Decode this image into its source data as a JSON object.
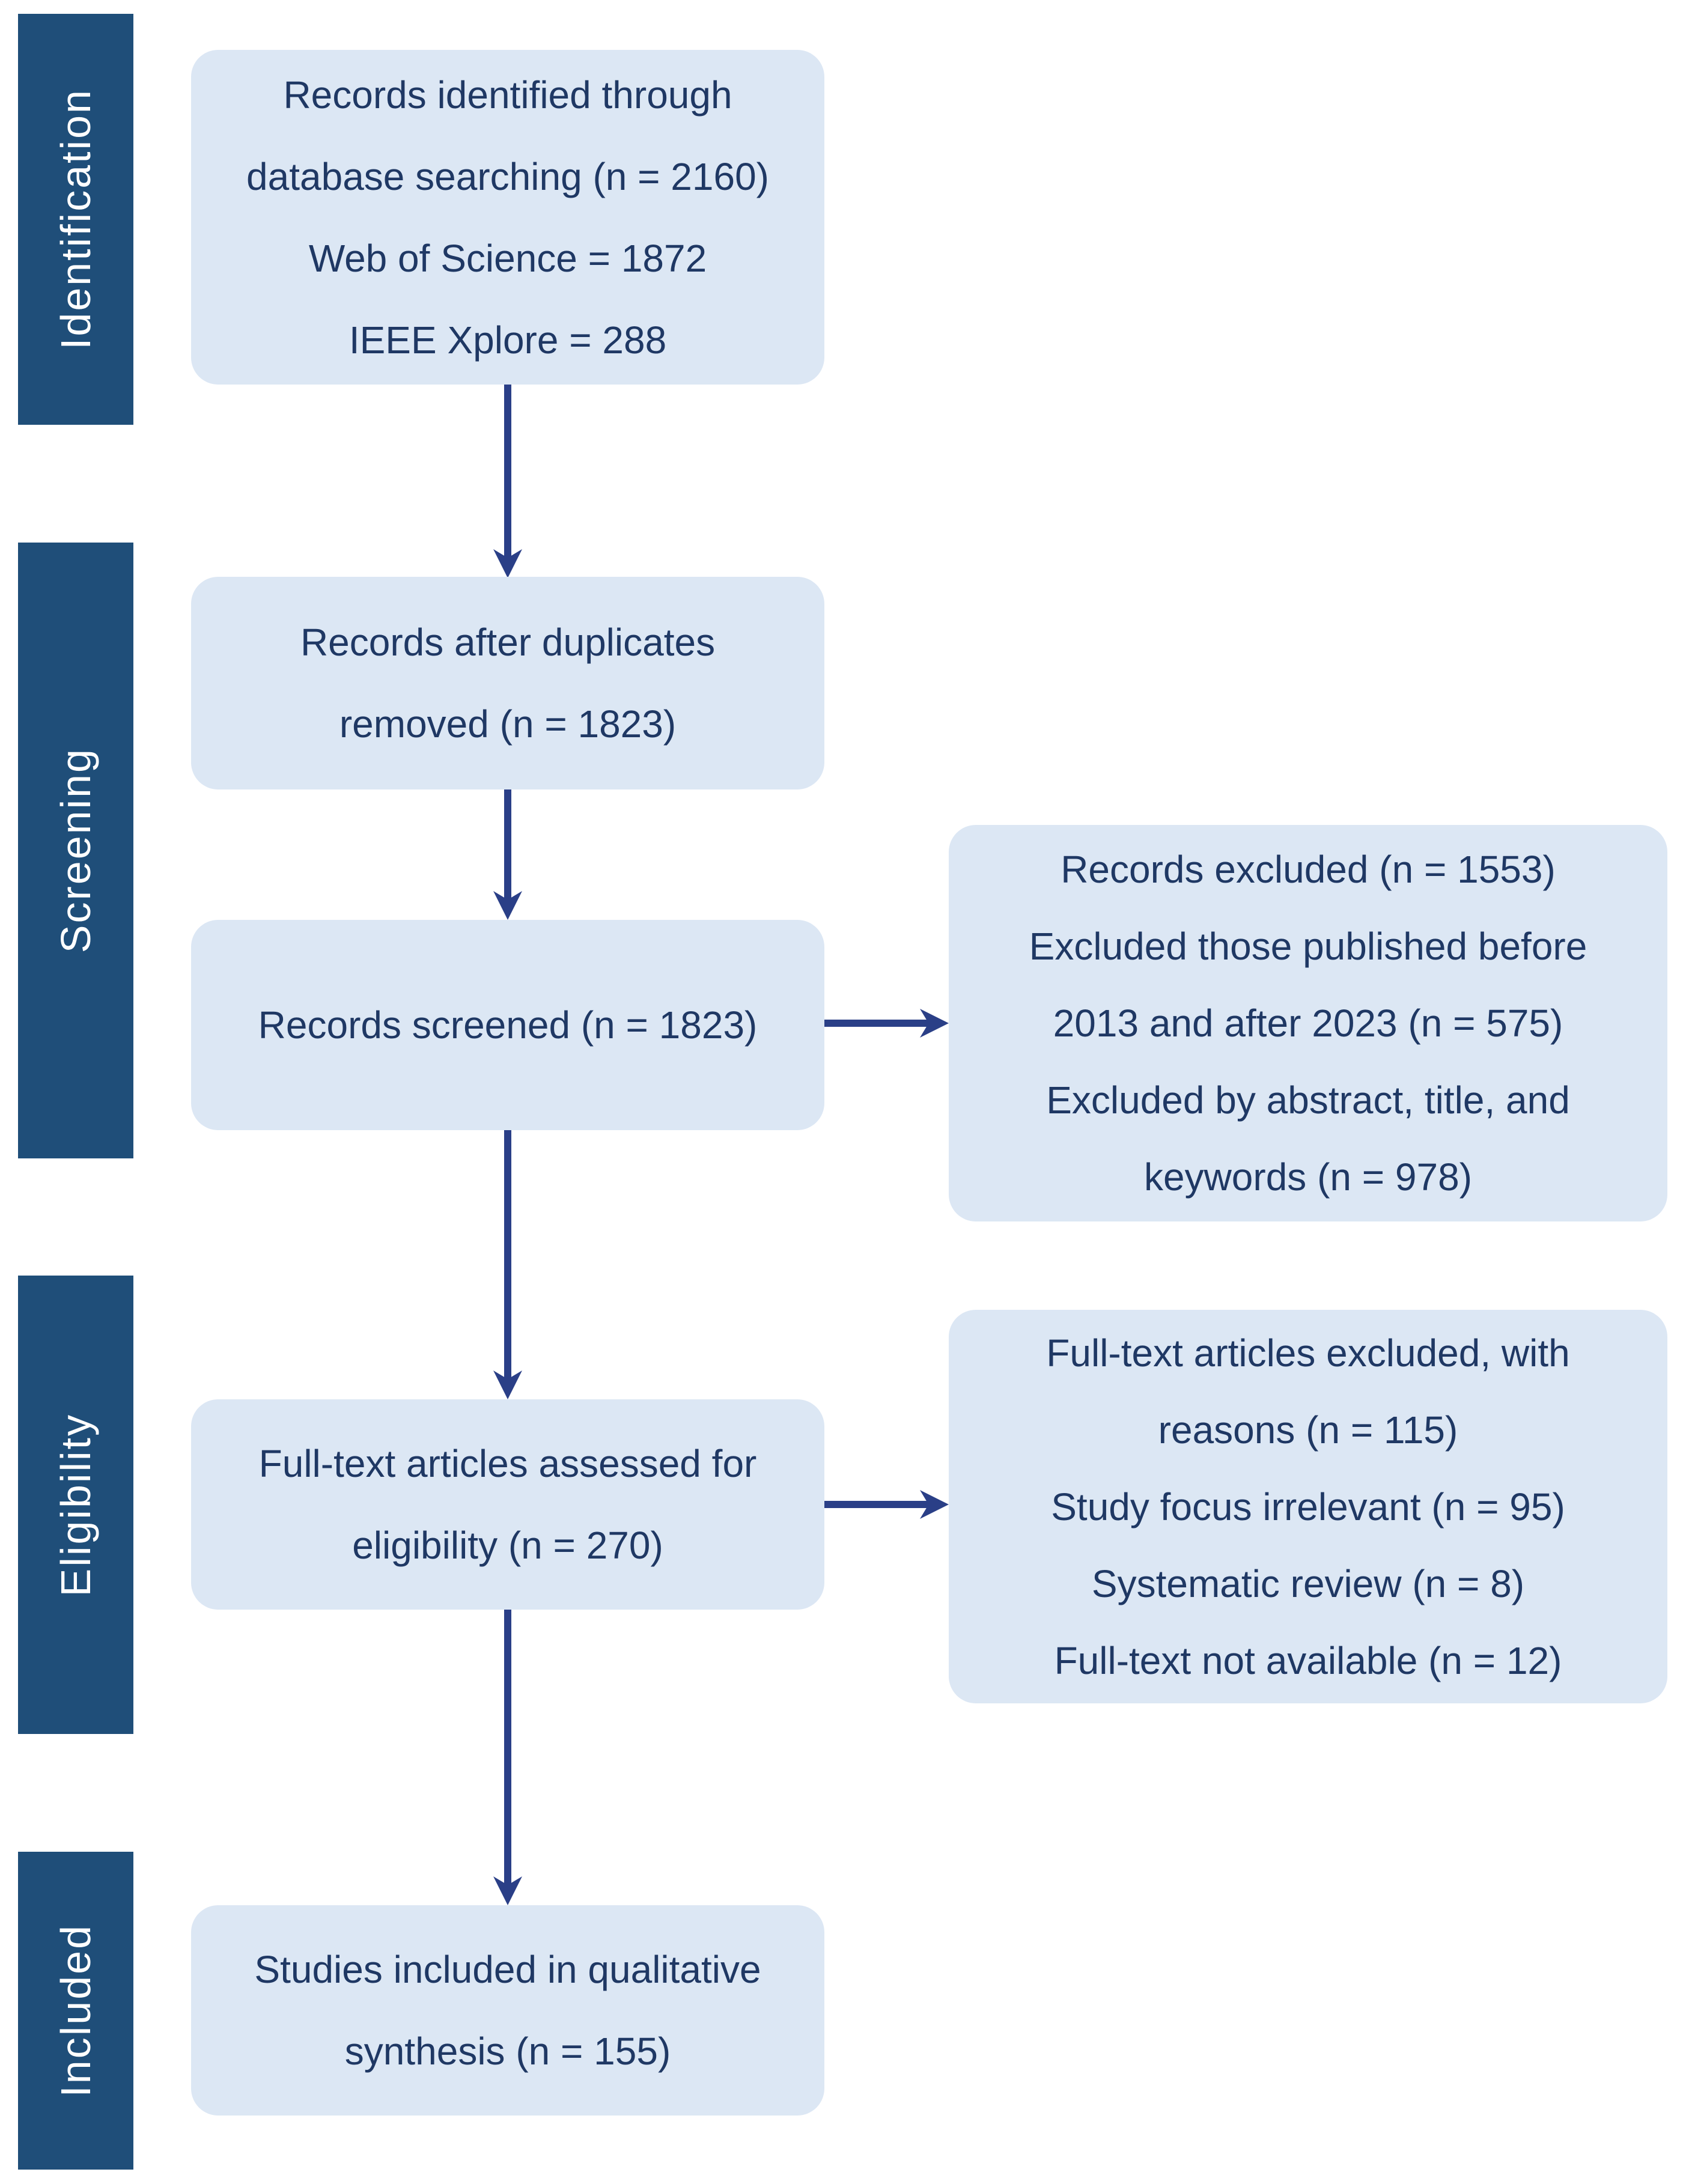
{
  "colors": {
    "bar": "#1F4E79",
    "boxFill": "#DCE7F4",
    "text": "#1F3864",
    "arrow": "#2A3F87",
    "barText": "#FFFFFF",
    "pageBg": "#FFFFFF"
  },
  "stages": [
    {
      "label": "Identification"
    },
    {
      "label": "Screening"
    },
    {
      "label": "Eligibility"
    },
    {
      "label": "Included"
    }
  ],
  "flow_boxes": [
    {
      "id": "records-identified",
      "text": "Records identified through\ndatabase searching (n = 2160)\nWeb of Science = 1872\nIEEE Xplore = 288"
    },
    {
      "id": "duplicates-removed",
      "text": "Records after duplicates\nremoved (n = 1823)"
    },
    {
      "id": "records-screened",
      "text": "Records screened (n = 1823)"
    },
    {
      "id": "fulltext-assessed",
      "text": "Full-text articles assessed for\neligibility (n = 270)"
    },
    {
      "id": "studies-included",
      "text": "Studies included in qualitative\nsynthesis (n = 155)"
    }
  ],
  "exclusion_boxes": [
    {
      "id": "records-excluded",
      "text": "Records excluded (n = 1553)\nExcluded those published before\n2013 and after 2023 (n = 575)\nExcluded by abstract, title, and\nkeywords (n = 978)"
    },
    {
      "id": "fulltext-excluded",
      "text": "Full-text articles excluded, with\nreasons (n = 115)\nStudy focus irrelevant (n = 95)\nSystematic review (n = 8)\nFull-text not available (n = 12)"
    }
  ]
}
